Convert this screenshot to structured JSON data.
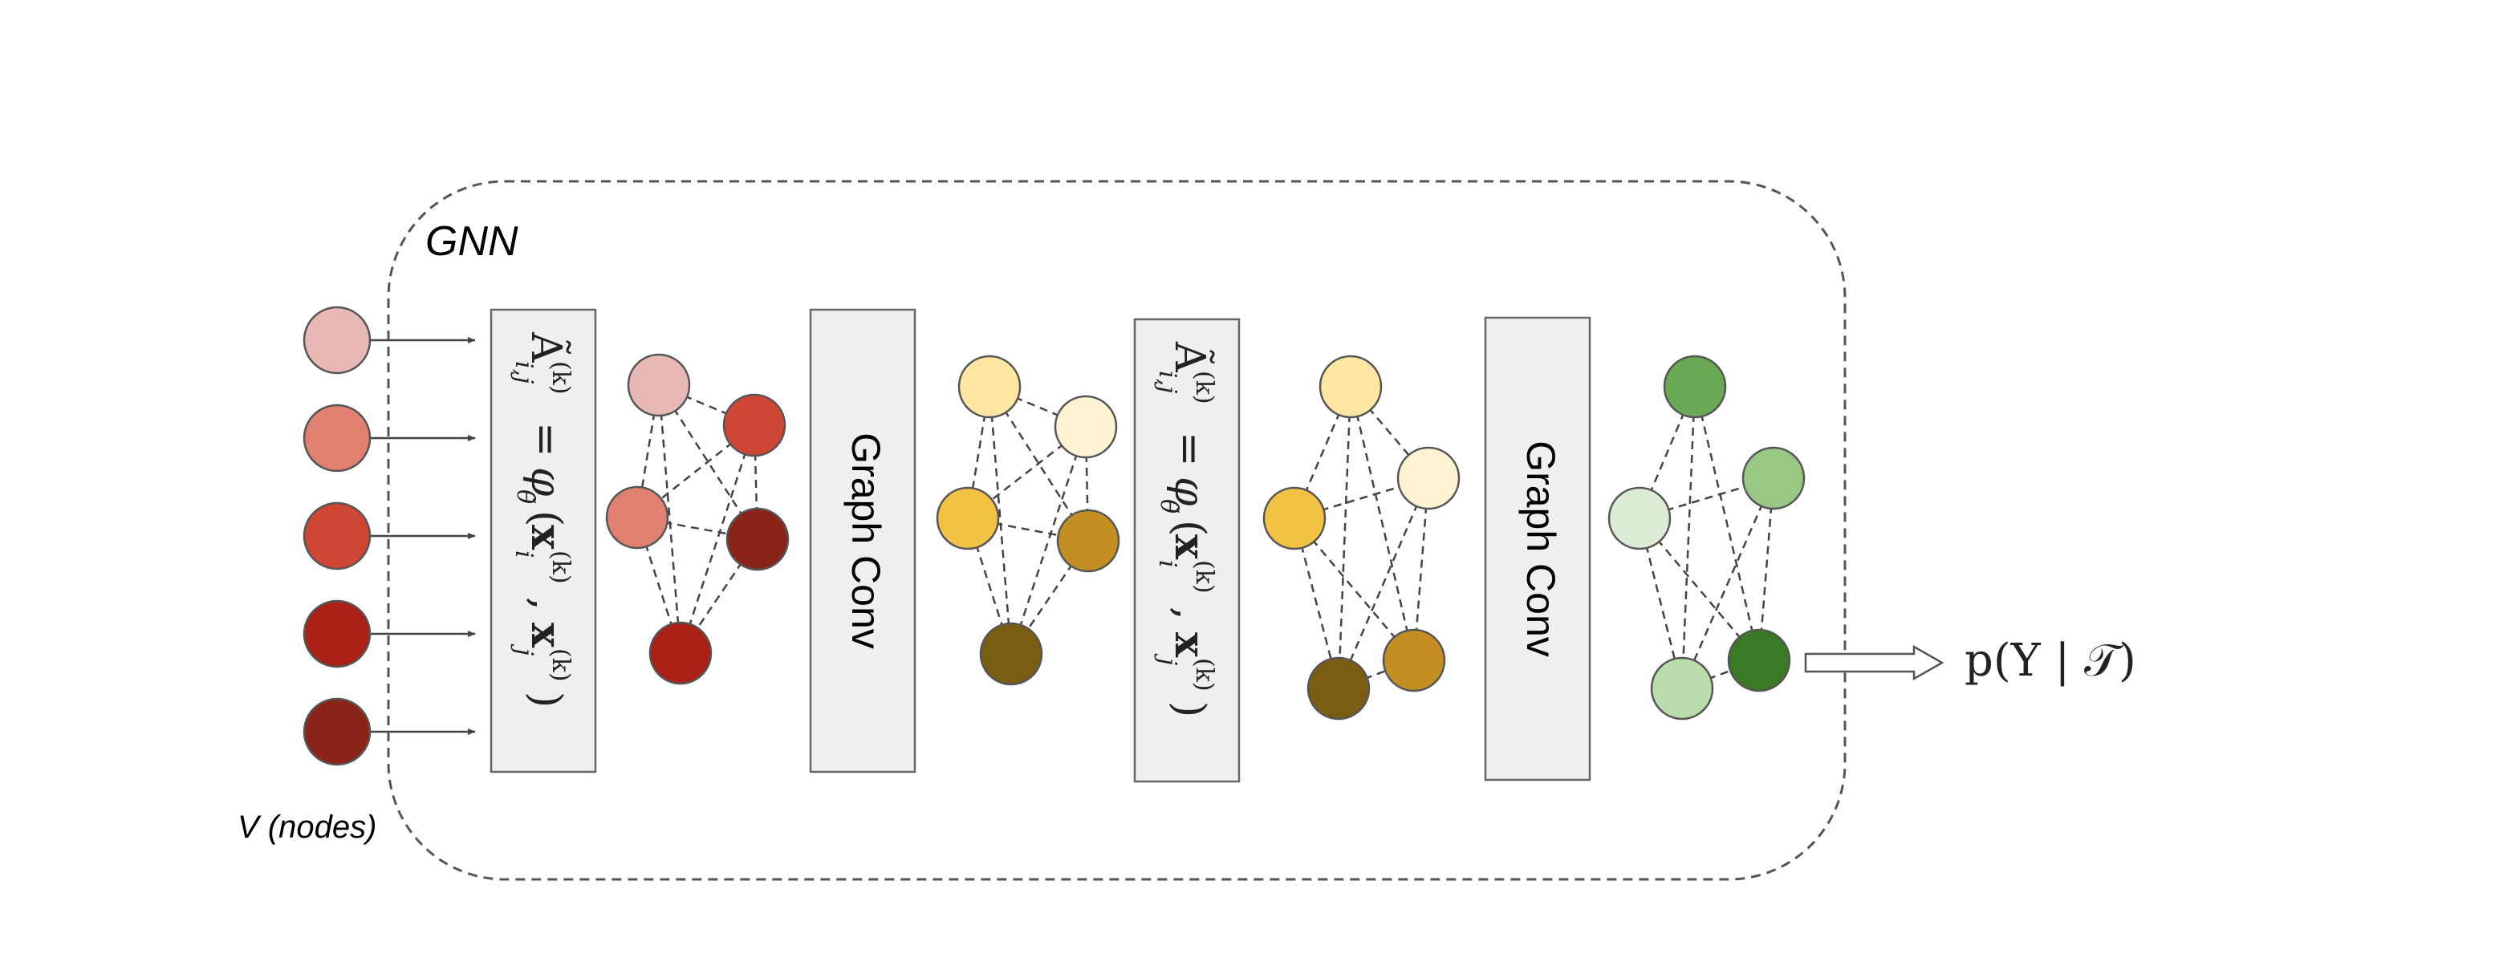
{
  "title": "GNN",
  "input_label": "V (nodes)",
  "blocks": {
    "edge_fn_1": "Ã(k)i,j = φθ̃(x(k)i , x(k)j)",
    "graph_conv_1": "Graph Conv",
    "edge_fn_2": "Ã(k)i,j = φθ̃(x(k)i , x(k)j)",
    "graph_conv_2": "Graph Conv"
  },
  "math": {
    "A_symbol": "Ã",
    "k_sup": "(k)",
    "ij_sub": "i,j",
    "eq": "=",
    "phi": "φ",
    "theta_sub": "θ̃",
    "open_paren": "(",
    "x_bold": "x",
    "i_sub": "i",
    "j_sub": "j",
    "comma": ",",
    "close_paren": ")"
  },
  "output_label": "p(Y | 𝒯)",
  "colors": {
    "input_nodes": [
      "#e8b8b4",
      "#e08070",
      "#d04634",
      "#aa2014",
      "#8a2418"
    ],
    "graph1_nodes": [
      "#e8b8b4",
      "#d04634",
      "#e08070",
      "#8a2418",
      "#aa2014"
    ],
    "graph2_nodes": [
      "#fde6a1",
      "#fff3d4",
      "#f1c244",
      "#c48f22",
      "#7a5c12"
    ],
    "graph3_nodes": [
      "#fde6a1",
      "#fff3d4",
      "#f1c244",
      "#c48f22",
      "#7a5c12"
    ],
    "graph4_nodes": [
      "#6aa854",
      "#98c884",
      "#dcecd4",
      "#b8dcac",
      "#3a7a26"
    ],
    "block_fill": "#efefef",
    "block_stroke": "#666666"
  }
}
